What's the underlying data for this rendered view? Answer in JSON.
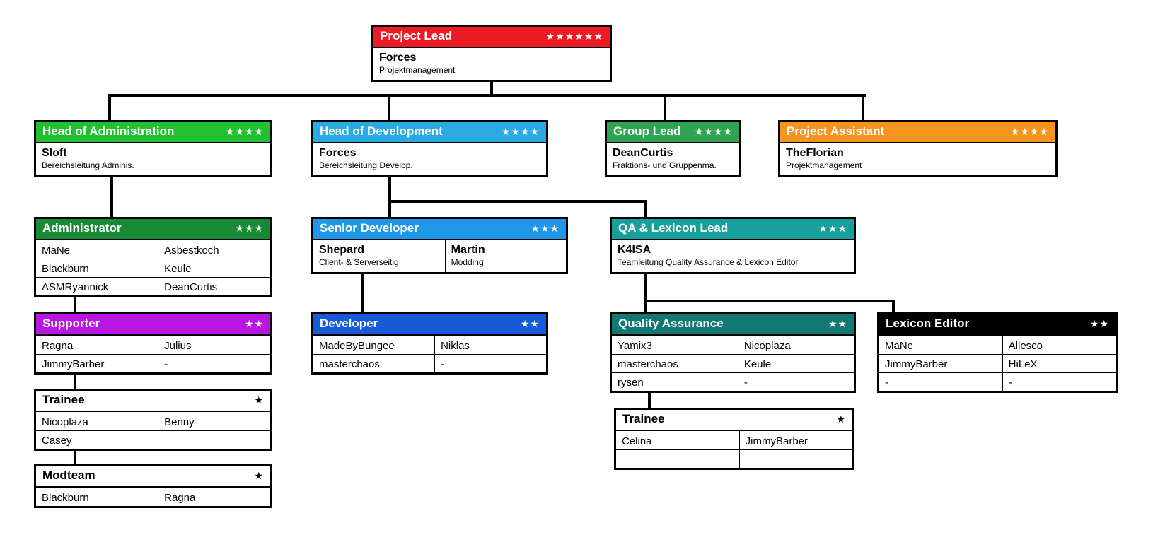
{
  "palette": {
    "background": "#FFFFFF",
    "connector": "#000000",
    "border": "#000000"
  },
  "boxes": {
    "project_lead": {
      "title": "Project Lead",
      "stars": "★★★★★★",
      "header_bg": "#ED1C24",
      "header_fg": "#FFFFFF",
      "name": "Forces",
      "subtitle": "Projektmanagement"
    },
    "head_of_administration": {
      "title": "Head of Administration",
      "stars": "★★★★",
      "header_bg": "#21C12F",
      "header_fg": "#FFFFFF",
      "name": "Sloft",
      "subtitle": "Bereichsleitung Adminis."
    },
    "head_of_development": {
      "title": "Head of Development",
      "stars": "★★★★",
      "header_bg": "#29ABE2",
      "header_fg": "#FFFFFF",
      "name": "Forces",
      "subtitle": "Bereichsleitung Develop."
    },
    "group_lead": {
      "title": "Group Lead",
      "stars": "★★★★",
      "header_bg": "#2FA452",
      "header_fg": "#FFFFFF",
      "name": "DeanCurtis",
      "subtitle": "Fraktions- und Gruppenma."
    },
    "project_assistant": {
      "title": "Project Assistant",
      "stars": "★★★★",
      "header_bg": "#F7941D",
      "header_fg": "#FFFFFF",
      "name": "TheFlorian",
      "subtitle": "Projektmanagement"
    },
    "administrator": {
      "title": "Administrator",
      "stars": "★★★",
      "header_bg": "#178A33",
      "header_fg": "#FFFFFF",
      "rows": [
        [
          "MaNe",
          "Asbestkoch"
        ],
        [
          "Blackburn",
          "Keule"
        ],
        [
          "ASMRyannick",
          "DeanCurtis"
        ]
      ]
    },
    "senior_developer": {
      "title": "Senior Developer",
      "stars": "★★★",
      "header_bg": "#1E97E8",
      "header_fg": "#FFFFFF",
      "people": [
        {
          "name": "Shepard",
          "subtitle": "Client- & Serverseitig"
        },
        {
          "name": "Martin",
          "subtitle": "Modding"
        }
      ]
    },
    "qa_lexicon_lead": {
      "title": "QA & Lexicon Lead",
      "stars": "★★★",
      "header_bg": "#17A09B",
      "header_fg": "#FFFFFF",
      "name": "K4ISA",
      "subtitle": "Teamleitung Quality Assurance & Lexicon Editor"
    },
    "supporter": {
      "title": "Supporter",
      "stars": "★★",
      "header_bg": "#BA16E3",
      "header_fg": "#FFFFFF",
      "rows": [
        [
          "Ragna",
          "Julius"
        ],
        [
          "JimmyBarber",
          "-"
        ]
      ]
    },
    "developer": {
      "title": "Developer",
      "stars": "★★",
      "header_bg": "#185BD8",
      "header_fg": "#FFFFFF",
      "rows": [
        [
          "MadeByBungee",
          "Niklas"
        ],
        [
          "masterchaos",
          "-"
        ]
      ]
    },
    "quality_assurance": {
      "title": "Quality Assurance",
      "stars": "★★",
      "header_bg": "#117874",
      "header_fg": "#FFFFFF",
      "rows": [
        [
          "Yamix3",
          "Nicoplaza"
        ],
        [
          "masterchaos",
          "Keule"
        ],
        [
          "rysen",
          "-"
        ]
      ]
    },
    "lexicon_editor": {
      "title": "Lexicon Editor",
      "stars": "★★",
      "header_bg": "#000000",
      "header_fg": "#FFFFFF",
      "rows": [
        [
          "MaNe",
          "Allesco"
        ],
        [
          "JimmyBarber",
          "HiLeX"
        ],
        [
          "-",
          "-"
        ]
      ]
    },
    "trainee_admin": {
      "title": "Trainee",
      "stars": "★",
      "header_bg": "#FFFFFF",
      "header_fg": "#000000",
      "rows": [
        [
          "Nicoplaza",
          "Benny"
        ],
        [
          "Casey",
          ""
        ]
      ]
    },
    "trainee_qa": {
      "title": "Trainee",
      "stars": "★",
      "header_bg": "#FFFFFF",
      "header_fg": "#000000",
      "rows": [
        [
          "Celina",
          "JimmyBarber"
        ],
        [
          "",
          ""
        ]
      ]
    },
    "modteam": {
      "title": "Modteam",
      "stars": "★",
      "header_bg": "#FFFFFF",
      "header_fg": "#000000",
      "rows": [
        [
          "Blackburn",
          "Ragna"
        ]
      ]
    }
  }
}
